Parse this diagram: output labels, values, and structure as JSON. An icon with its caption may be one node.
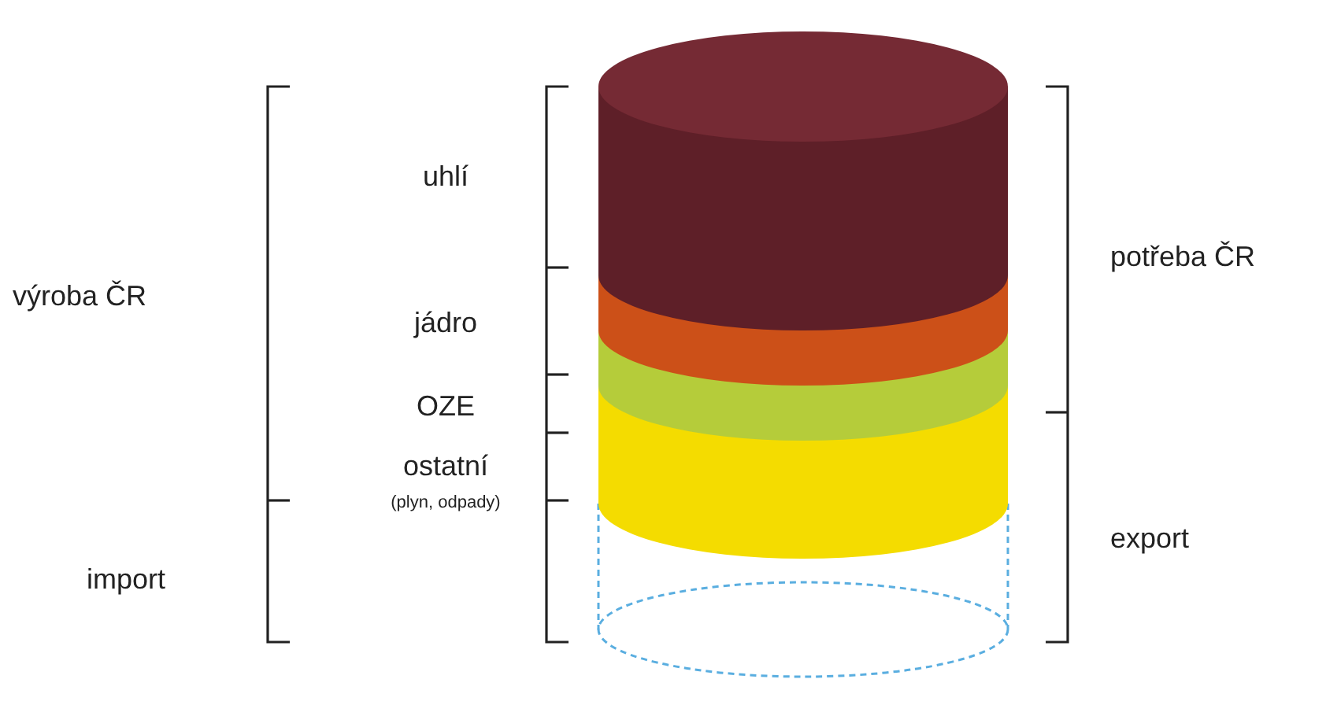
{
  "diagram": {
    "labels": [
      "uhlí",
      "potřeba ČR",
      "výroba ČR",
      "jádro",
      "OZE",
      "ostatní",
      "(plyn, odpady)",
      "export",
      "import"
    ]
  }
}
